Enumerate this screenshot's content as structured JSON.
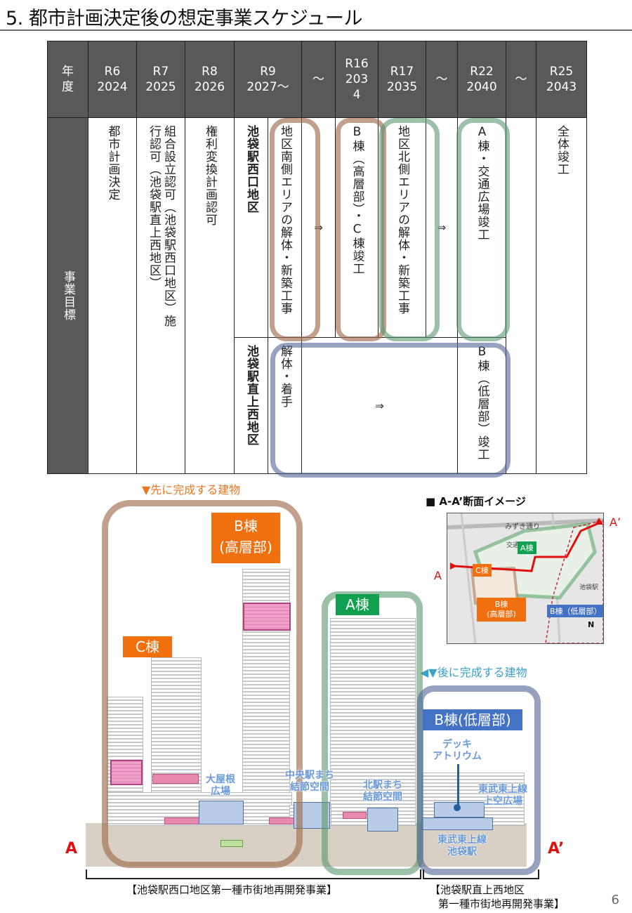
{
  "page": {
    "title": "5. 都市計画決定後の想定事業スケジュール",
    "page_number": "6"
  },
  "table": {
    "header_year_label": "年度",
    "years": [
      {
        "r": "R6",
        "y": "2024"
      },
      {
        "r": "R7",
        "y": "2025"
      },
      {
        "r": "R8",
        "y": "2026"
      },
      {
        "r": "R9",
        "y": "2027〜"
      },
      {
        "r": "〜",
        "y": ""
      },
      {
        "r": "R16",
        "y": "203 4"
      },
      {
        "r": "R17",
        "y": "2035"
      },
      {
        "r": "〜",
        "y": ""
      },
      {
        "r": "R22",
        "y": "2040"
      },
      {
        "r": "〜",
        "y": ""
      },
      {
        "r": "R25",
        "y": "2043"
      }
    ],
    "row_label": "事業目標",
    "cells": {
      "r6": "都市計画決定",
      "r7": "組合設立認可（池袋駅西口地区）施行認可（池袋駅直上西地区）",
      "r8": "権利変換計画認可",
      "district1": "池袋駅西口地区",
      "d1_r9": "地区南側エリアの解体・新築工事",
      "d1_arrow1": "⇒",
      "d1_r16": "B棟（高層部）・C棟竣工",
      "d1_r17": "地区北側エリアの解体・新築工事",
      "d1_arrow2": "⇒",
      "d1_r22": "A棟・交通広場竣工",
      "r25": "全体竣工",
      "district2": "池袋駅直上西地区",
      "d2_r9": "解体・着手",
      "d2_arrow": "⇒",
      "d2_r22": "B棟（低層部）竣工"
    }
  },
  "diagram": {
    "label_first": "▼先に完成する建物",
    "label_later": "◀▼後に完成する建物",
    "tag_b_high": "B棟\n(高層部)",
    "tag_c": "C棟",
    "tag_a": "A棟",
    "tag_b_low": "B棟(低層部)",
    "cap_oyane": "大屋根\n広場",
    "cap_chuo": "中央駅まち\n結節空間",
    "cap_kita": "北駅まち\n結節空間",
    "cap_deck": "デッキ\nアトリウム",
    "cap_tobu_sky": "東武東上線\n上空広場",
    "cap_tobu_station": "東武東上線\n池袋駅",
    "axis_a": "A",
    "axis_a_prime": "A’",
    "brace1": "【池袋駅西口地区第一種市街地再開発事業】",
    "brace2_line1": "【池袋駅直上西地区",
    "brace2_line2": "第一種市街地再開発事業】"
  },
  "map": {
    "title": "■ A-A’断面イメージ",
    "street": "みずき通り",
    "a_label": "A",
    "a_prime_label": "A’",
    "tag_a": "A棟",
    "tag_c": "C棟",
    "tag_b_high": "B棟\n(高層部)",
    "tag_b_low": "B棟（低層部）",
    "station": "池袋駅",
    "kotsu": "交通",
    "north": "N"
  },
  "colors": {
    "orange": "#f07010",
    "green": "#10a050",
    "blue": "#4472c4",
    "header_gray": "#595959"
  }
}
